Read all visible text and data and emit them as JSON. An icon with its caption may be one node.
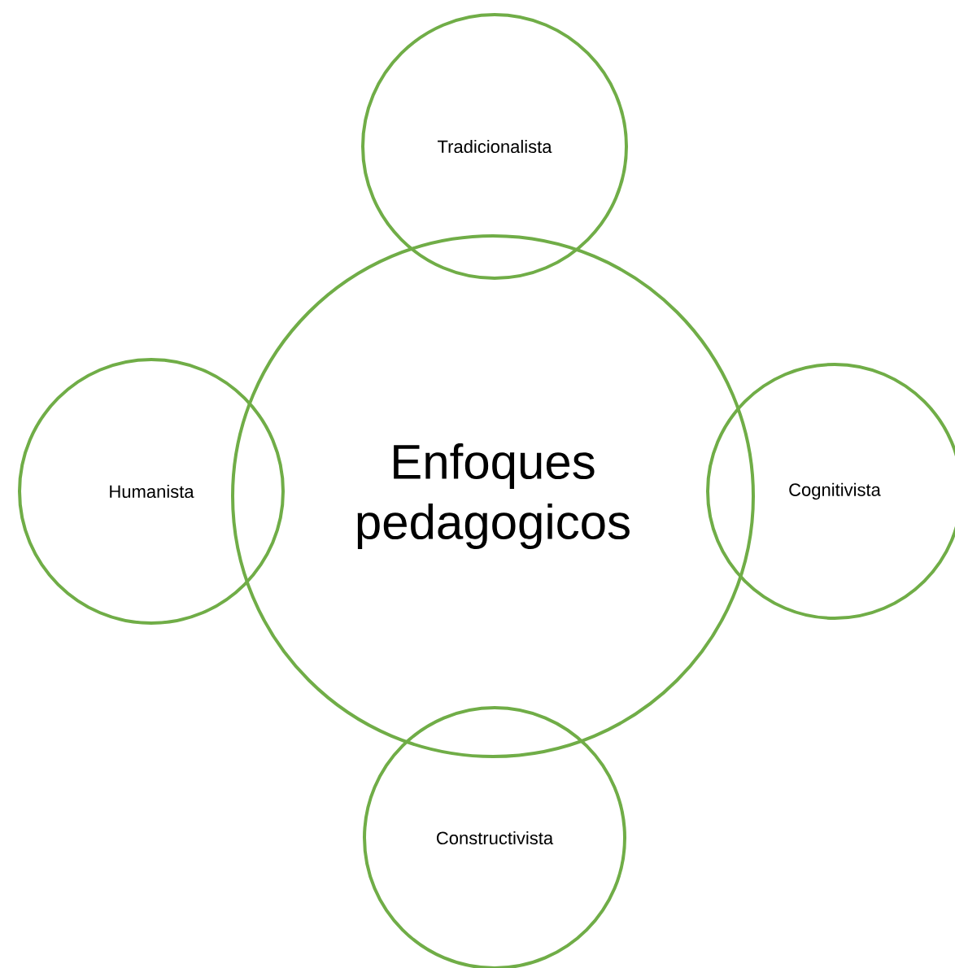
{
  "diagram": {
    "nodes": [
      {
        "text": [
          "Tradicionalista"
        ]
      },
      {
        "text": [
          "Humanista"
        ]
      },
      {
        "text": [
          "Enfoques pedagogicos"
        ]
      },
      {
        "text": [
          "Cognitivista"
        ]
      },
      {
        "text": [
          "Constructivista"
        ]
      }
    ]
  }
}
